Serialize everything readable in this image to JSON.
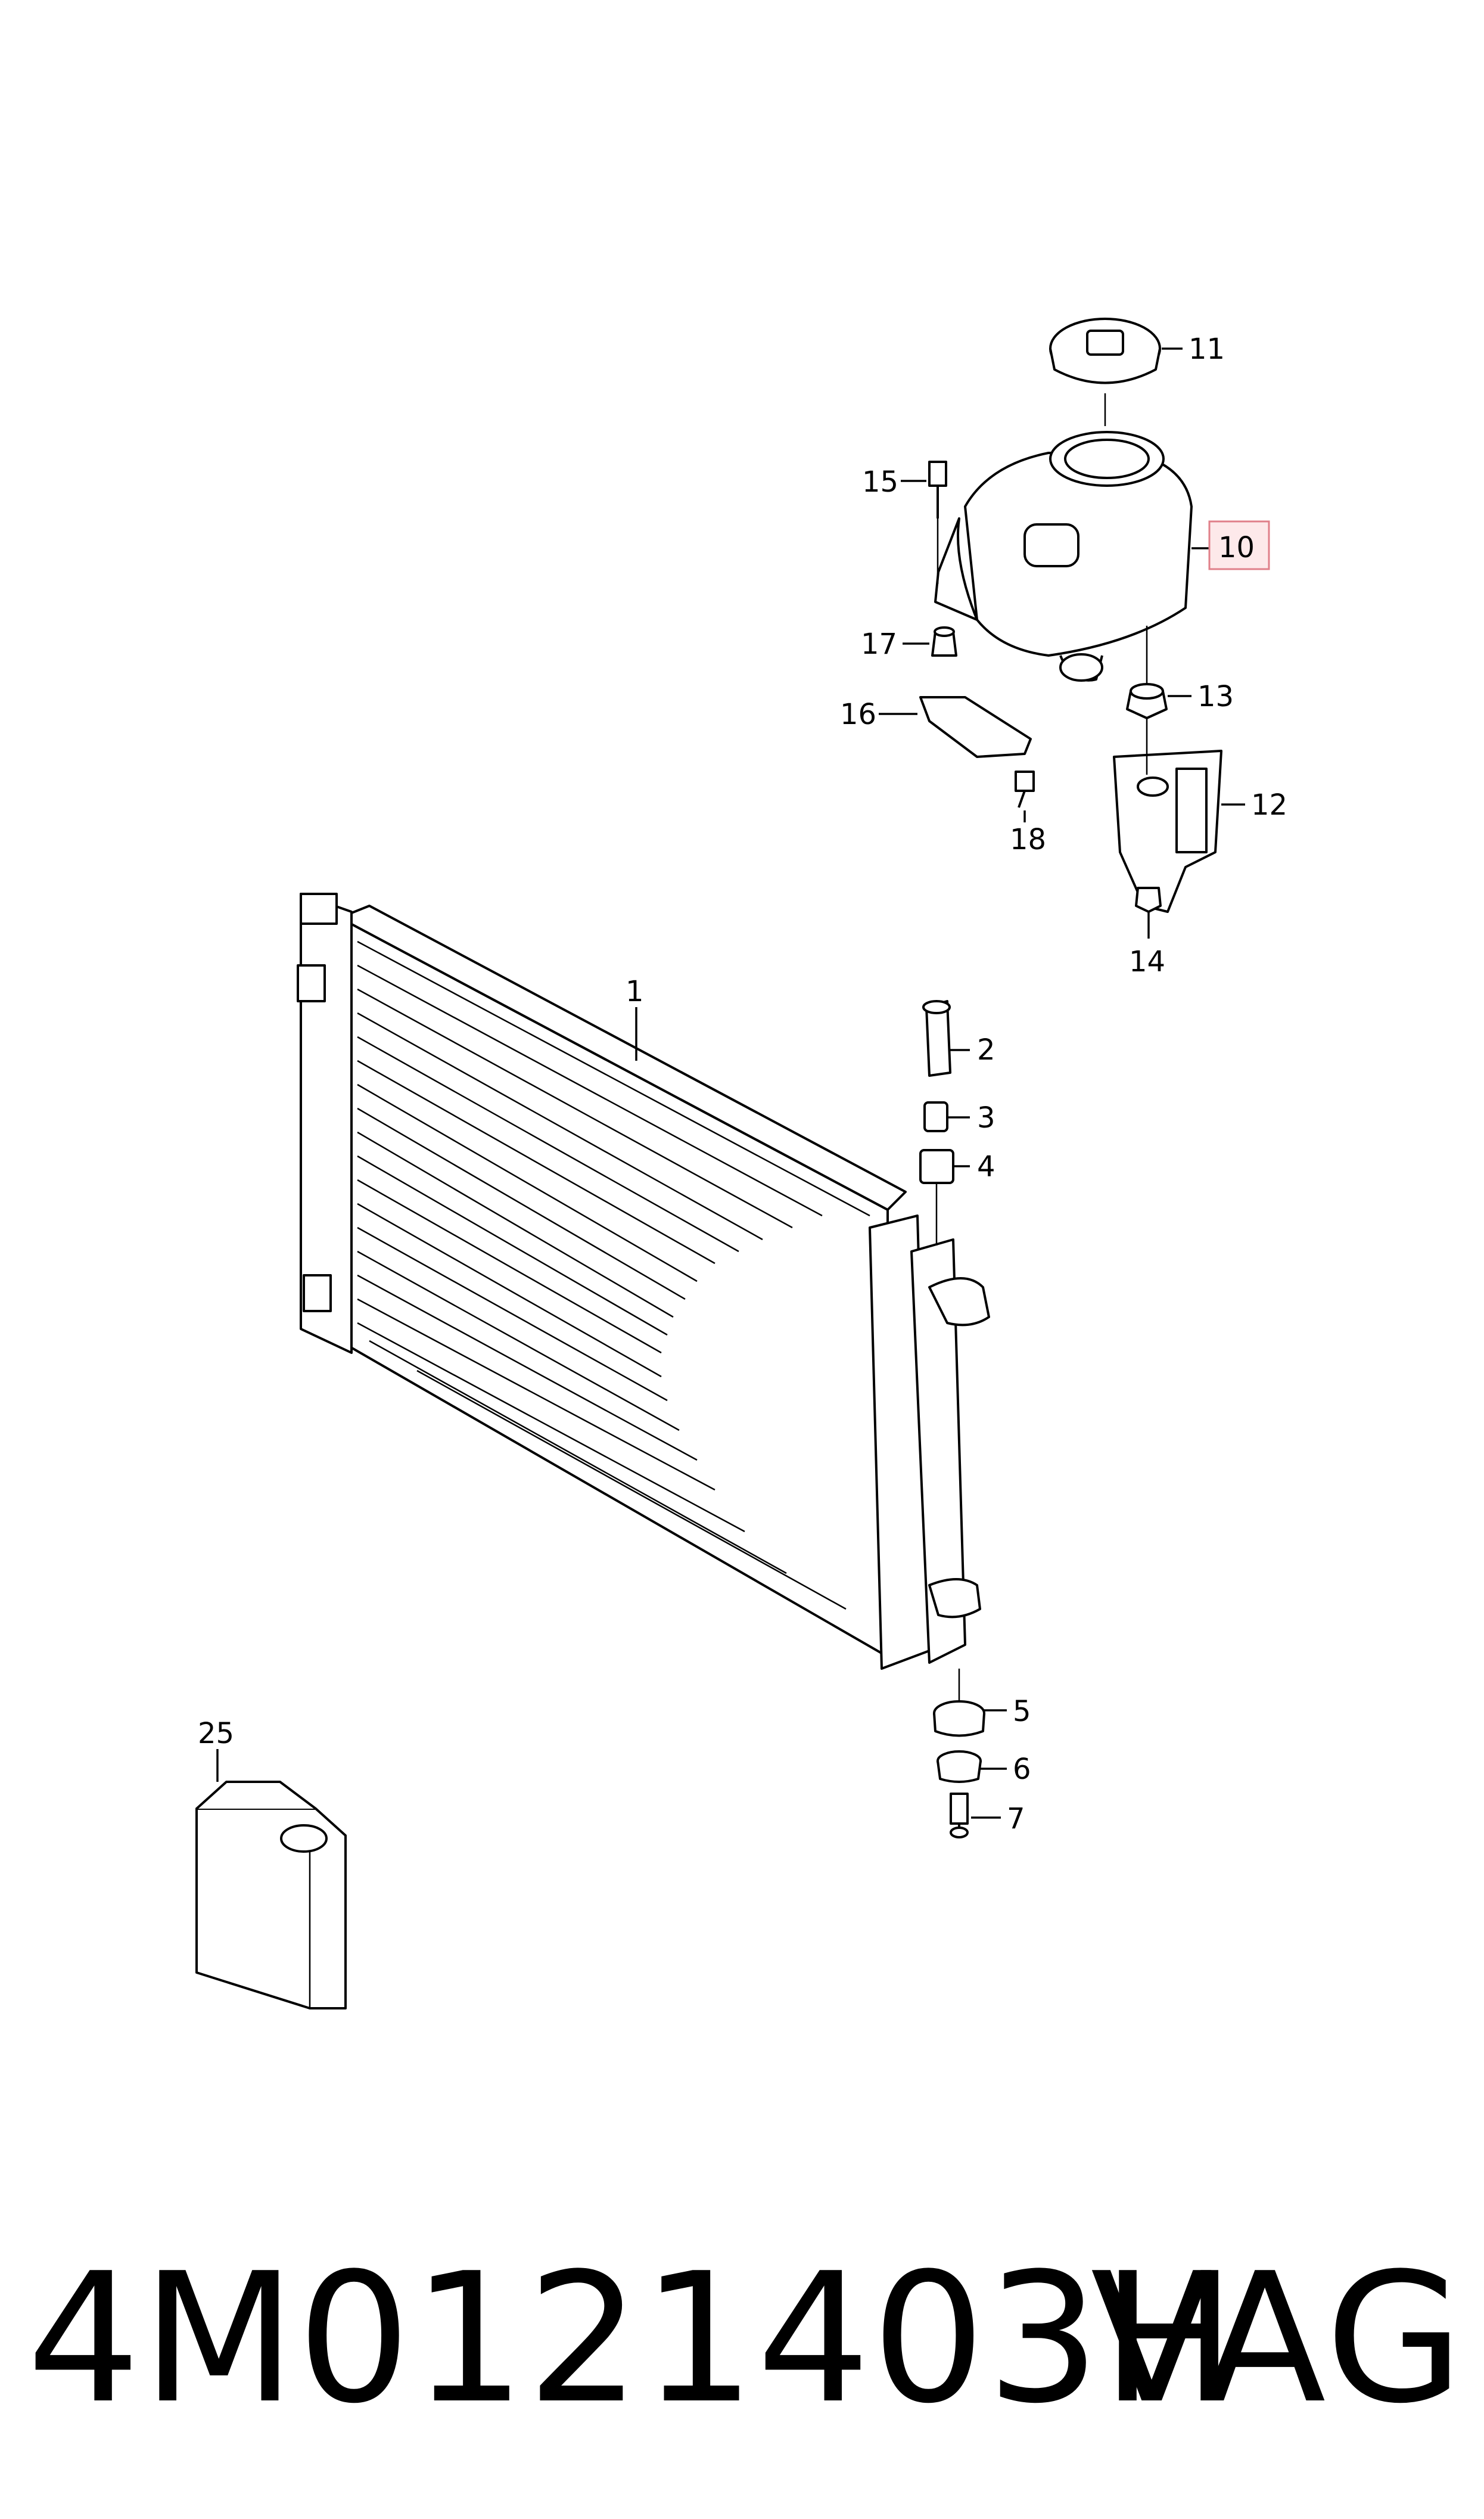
{
  "diagram": {
    "callouts": [
      {
        "id": "c1",
        "text": "1"
      },
      {
        "id": "c2",
        "text": "2"
      },
      {
        "id": "c3",
        "text": "3"
      },
      {
        "id": "c4",
        "text": "4"
      },
      {
        "id": "c5",
        "text": "5"
      },
      {
        "id": "c6",
        "text": "6"
      },
      {
        "id": "c7",
        "text": "7"
      },
      {
        "id": "c10",
        "text": "10"
      },
      {
        "id": "c11",
        "text": "11"
      },
      {
        "id": "c12",
        "text": "12"
      },
      {
        "id": "c13",
        "text": "13"
      },
      {
        "id": "c14",
        "text": "14"
      },
      {
        "id": "c15",
        "text": "15"
      },
      {
        "id": "c16",
        "text": "16"
      },
      {
        "id": "c17",
        "text": "17"
      },
      {
        "id": "c18",
        "text": "18"
      },
      {
        "id": "c25",
        "text": "25"
      }
    ],
    "highlighted_callout": "10"
  },
  "footer": {
    "part_number": "4M0121403H",
    "brand": "VAG"
  },
  "colors": {
    "highlight_fill": "#fde9ea",
    "highlight_border": "#e0808a",
    "line": "#000000"
  }
}
